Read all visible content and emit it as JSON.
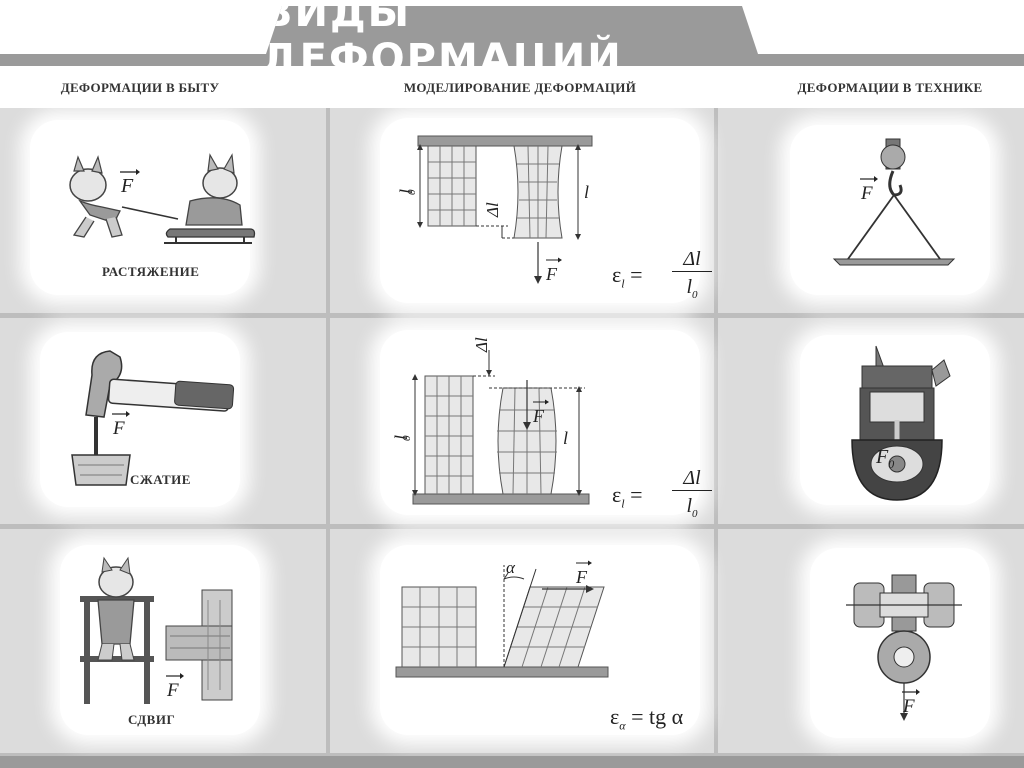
{
  "title": "ВИДЫ ДЕФОРМАЦИЙ",
  "columns": {
    "everyday": "ДЕФОРМАЦИИ В БЫТУ",
    "modeling": "МОДЕЛИРОВАНИЕ ДЕФОРМАЦИЙ",
    "technique": "ДЕФОРМАЦИИ В ТЕХНИКЕ"
  },
  "rows": {
    "tension": {
      "caption": "РАСТЯЖЕНИЕ",
      "force_label": "F",
      "length0_label": "l",
      "length0_sub": "0",
      "delta_label": "Δl",
      "length_label": "l",
      "formula_lhs": "ε",
      "formula_lhs_sub": "l",
      "formula_num": "Δl",
      "formula_den": "l",
      "formula_den_sub": "0"
    },
    "compression": {
      "caption": "СЖАТИЕ",
      "force_label": "F",
      "tech_force_label": "F",
      "tech_force_sub": "0",
      "length0_label": "l",
      "length0_sub": "0",
      "delta_label": "Δl",
      "length_label": "l",
      "formula_lhs": "ε",
      "formula_lhs_sub": "l",
      "formula_num": "Δl",
      "formula_den": "l",
      "formula_den_sub": "0"
    },
    "shear": {
      "caption": "СДВИГ",
      "force_label": "F",
      "angle_label": "α",
      "formula": "ε",
      "formula_sub": "α",
      "formula_rhs": "= tg α"
    }
  },
  "colors": {
    "background": "#bdbdbd",
    "cell": "#dcdcdc",
    "stripe": "#9a9a9a",
    "title_text": "#ffffff"
  }
}
